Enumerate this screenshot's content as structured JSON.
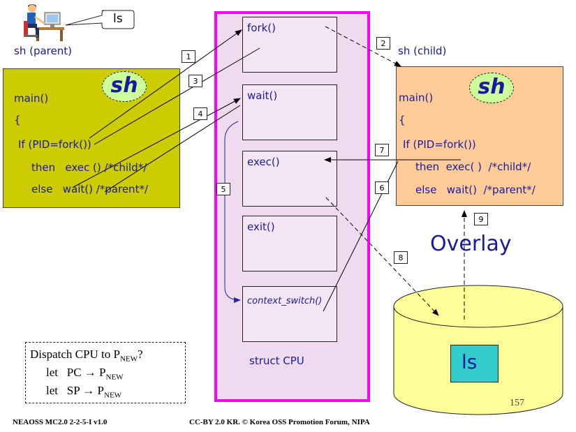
{
  "parent": {
    "label": "sh (parent)",
    "badge": "sh",
    "lines": [
      "main()",
      "{",
      "If (PID=fork())",
      "then   exec () /*child*/",
      "else   wait() /*parent*/"
    ]
  },
  "child": {
    "label": "sh (child)",
    "badge": "sh",
    "lines": [
      "main()",
      "{",
      "If (PID=fork())",
      "then  exec( )  /*child*/",
      "else   wait()  /*parent*/"
    ]
  },
  "command_bubble": "ls",
  "cpu": {
    "label": "struct  CPU",
    "calls": [
      "fork()",
      "wait()",
      "exec()",
      "exit()",
      "context_switch()"
    ]
  },
  "steps": [
    "1",
    "2",
    "3",
    "4",
    "5",
    "6",
    "7",
    "8",
    "9"
  ],
  "overlay": "Overlay",
  "disk": {
    "file": "ls",
    "page_number": "157"
  },
  "dispatch": {
    "question": "Dispatch CPU to P",
    "question_sub": "NEW",
    "question_end": "?",
    "pc_prefix": "let   PC ",
    "sp_prefix": "let   SP ",
    "arrow": "→",
    "target": "P",
    "target_sub": "NEW"
  },
  "footer": {
    "left": "NEAOSS MC2.0 2-2-5-I v1.0",
    "center": "CC-BY 2.0 KR. © Korea OSS Promotion Forum, NIPA"
  },
  "colors": {
    "parent_box": "#cccc00",
    "child_box": "#ffcc99",
    "cpu_border": "#ff00ff",
    "badge_fill": "#ccff99",
    "disk_fill": "#ffff99",
    "file_fill": "#33cccc",
    "text_blue": "#1a1aa0"
  }
}
